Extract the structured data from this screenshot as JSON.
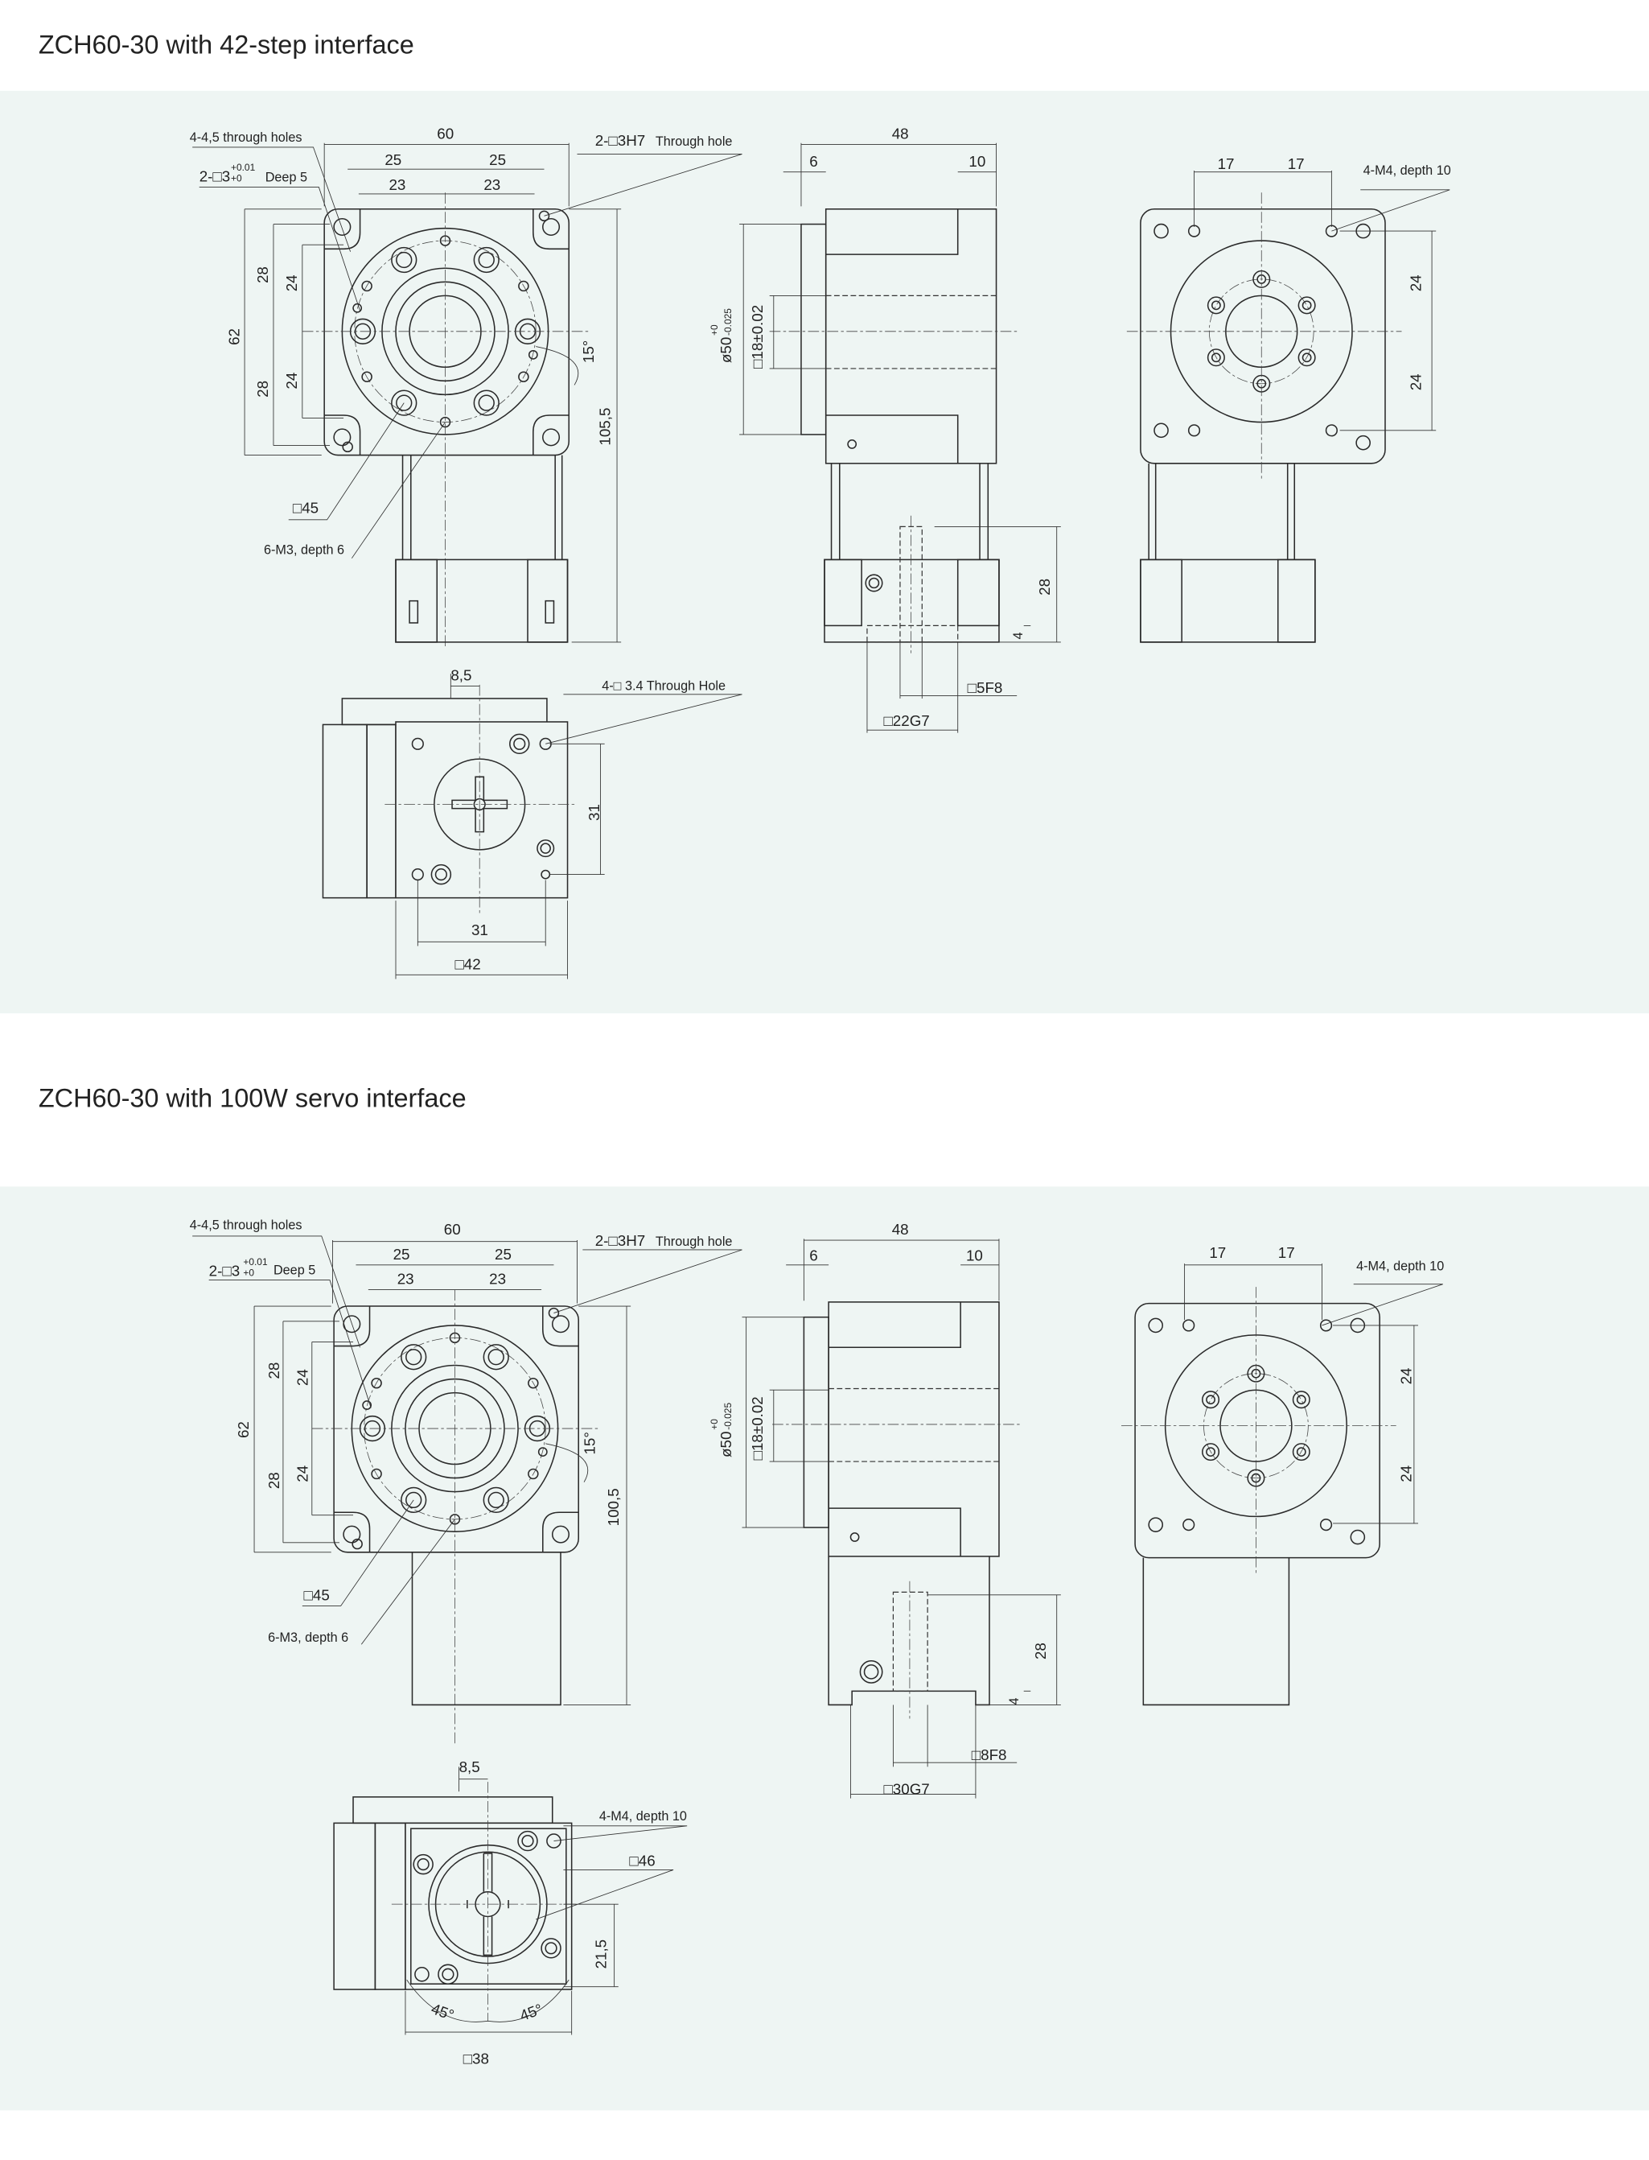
{
  "sections": [
    {
      "title": "ZCH60-30 with 42-step interface",
      "front": {
        "holes_note": "4-4,5 through holes",
        "width": "60",
        "pin_note": "2-□3H7",
        "pin_note_suffix": "Through hole",
        "bore_note": "2-□3",
        "bore_tol_upper": "+0.01",
        "bore_tol_lower": "+0",
        "bore_depth": "Deep 5",
        "h25_left": "25",
        "h25_right": "25",
        "h23_left": "23",
        "h23_right": "23",
        "height": "62",
        "v28_top": "28",
        "v28_bottom": "28",
        "v24_top": "24",
        "v24_bottom": "24",
        "angle": "15°",
        "total_height": "105,5",
        "pcd": "□45",
        "thread_note": "6-M3, depth 6"
      },
      "side": {
        "length": "48",
        "flange": "6",
        "step": "10",
        "dia": "ø50",
        "dia_tol_upper": "+0",
        "dia_tol_lower": "-0.025",
        "bore": "□18±0.02",
        "shaft_depth": "28",
        "shoulder": "4",
        "shaft_dia": "□5F8",
        "spigot": "□22G7"
      },
      "rear": {
        "h17_left": "17",
        "h17_right": "17",
        "thread_note": "4-M4, depth 10",
        "v24_top": "24",
        "v24_bottom": "24"
      },
      "bottom": {
        "offset": "8,5",
        "holes_note": "4-□ 3.4 Through Hole",
        "v31": "31",
        "h31": "31",
        "square": "□42"
      }
    },
    {
      "title": "ZCH60-30 with 100W servo interface",
      "front": {
        "holes_note": "4-4,5 through holes",
        "width": "60",
        "pin_note": "2-□3H7",
        "pin_note_suffix": "Through hole",
        "bore_note": "2-□3",
        "bore_tol_upper": "+0.01",
        "bore_tol_lower": "+0",
        "bore_depth": "Deep 5",
        "h25_left": "25",
        "h25_right": "25",
        "h23_left": "23",
        "h23_right": "23",
        "height": "62",
        "v28_top": "28",
        "v28_bottom": "28",
        "v24_top": "24",
        "v24_bottom": "24",
        "angle": "15°",
        "total_height": "100,5",
        "pcd": "□45",
        "thread_note": "6-M3, depth 6"
      },
      "side": {
        "length": "48",
        "flange": "6",
        "step": "10",
        "dia": "ø50",
        "dia_tol_upper": "+0",
        "dia_tol_lower": "-0.025",
        "bore": "□18±0.02",
        "shaft_depth": "28",
        "shoulder": "4",
        "shaft_dia": "□8F8",
        "spigot": "□30G7"
      },
      "rear": {
        "h17_left": "17",
        "h17_right": "17",
        "thread_note": "4-M4, depth 10",
        "v24_top": "24",
        "v24_bottom": "24"
      },
      "bottom": {
        "offset": "8,5",
        "thread_note": "4-M4, depth 10",
        "pcd": "□46",
        "v21_5": "21,5",
        "angle_left": "45°",
        "angle_right": "45°",
        "square": "□38"
      }
    }
  ]
}
